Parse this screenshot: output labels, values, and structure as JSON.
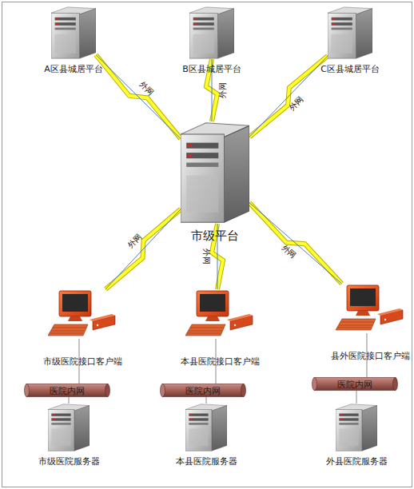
{
  "diagram": {
    "nodes": [
      {
        "text": [
          "A区县城居平台"
        ]
      },
      {
        "text": [
          "B区县城居平台"
        ]
      },
      {
        "text": [
          "C区县城居平台"
        ]
      },
      {
        "text": [
          "市级平台"
        ]
      },
      {
        "text": [
          "市级医院接口客户端"
        ]
      },
      {
        "text": [
          "本县医院接口客户端"
        ]
      },
      {
        "text": [
          "县外医院接口客户端"
        ]
      },
      {
        "text": [
          "医院内网"
        ]
      },
      {
        "text": [
          "医院内网"
        ]
      },
      {
        "text": [
          "医院内网"
        ]
      },
      {
        "text": [
          "市级医院服务器"
        ]
      },
      {
        "text": [
          "本县医院服务器"
        ]
      },
      {
        "text": [
          "外县医院服务器"
        ]
      }
    ],
    "edges": [
      {
        "from": 3,
        "to": 0,
        "arrow": "none",
        "label": "外网"
      },
      {
        "from": 3,
        "to": 1,
        "arrow": "none",
        "label": "外网"
      },
      {
        "from": 3,
        "to": 2,
        "arrow": "none",
        "label": "外网"
      },
      {
        "from": 3,
        "to": 4,
        "arrow": "none",
        "label": "外网"
      },
      {
        "from": 3,
        "to": 5,
        "arrow": "none",
        "label": "外网"
      },
      {
        "from": 3,
        "to": 6,
        "arrow": "none",
        "label": "外网"
      },
      {
        "from": 4,
        "to": 7,
        "arrow": "none"
      },
      {
        "from": 7,
        "to": 10,
        "arrow": "none"
      },
      {
        "from": 5,
        "to": 8,
        "arrow": "none"
      },
      {
        "from": 8,
        "to": 11,
        "arrow": "none"
      },
      {
        "from": 6,
        "to": 9,
        "arrow": "none"
      },
      {
        "from": 9,
        "to": 12,
        "arrow": "none"
      }
    ]
  }
}
